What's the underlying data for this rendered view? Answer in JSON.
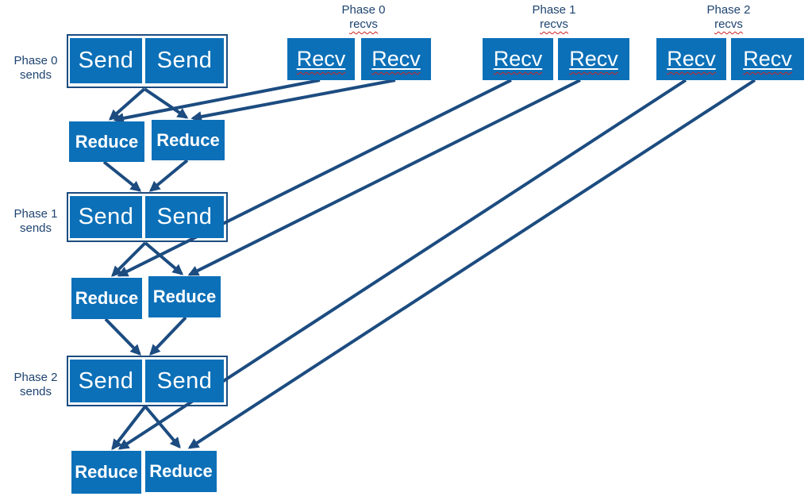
{
  "colors": {
    "box_blue": "#0C70B8",
    "navy": "#1C4C80",
    "label_navy": "#1E4370",
    "squiggle_red": "#CC2222",
    "box_text": "#FFFFFF"
  },
  "send_groups": [
    {
      "label_line1": "Phase 0",
      "label_line2": "sends",
      "boxes": [
        "Send",
        "Send"
      ]
    },
    {
      "label_line1": "Phase 1",
      "label_line2": "sends",
      "boxes": [
        "Send",
        "Send"
      ]
    },
    {
      "label_line1": "Phase 2",
      "label_line2": "sends",
      "boxes": [
        "Send",
        "Send"
      ]
    }
  ],
  "reduce_rows": [
    {
      "boxes": [
        "Reduce",
        "Reduce"
      ]
    },
    {
      "boxes": [
        "Reduce",
        "Reduce"
      ]
    },
    {
      "boxes": [
        "Reduce",
        "Reduce"
      ]
    }
  ],
  "recv_groups": [
    {
      "label_line1": "Phase 0",
      "label_line2": "recvs",
      "boxes": [
        "Recv",
        "Recv"
      ]
    },
    {
      "label_line1": "Phase 1",
      "label_line2": "recvs",
      "boxes": [
        "Recv",
        "Recv"
      ]
    },
    {
      "label_line1": "Phase 2",
      "label_line2": "recvs",
      "boxes": [
        "Recv",
        "Recv"
      ]
    }
  ],
  "edges": [
    {
      "from": "phase0-sends",
      "to": "phase0-reduce-left"
    },
    {
      "from": "phase0-sends",
      "to": "phase0-reduce-right"
    },
    {
      "from": "phase0-recv-left",
      "to": "phase0-reduce-left"
    },
    {
      "from": "phase0-recv-right",
      "to": "phase0-reduce-right"
    },
    {
      "from": "phase0-reduce-left",
      "to": "phase1-sends"
    },
    {
      "from": "phase0-reduce-right",
      "to": "phase1-sends"
    },
    {
      "from": "phase1-sends",
      "to": "phase1-reduce-left"
    },
    {
      "from": "phase1-sends",
      "to": "phase1-reduce-right"
    },
    {
      "from": "phase1-recv-left",
      "to": "phase1-reduce-left"
    },
    {
      "from": "phase1-recv-right",
      "to": "phase1-reduce-right"
    },
    {
      "from": "phase1-reduce-left",
      "to": "phase2-sends"
    },
    {
      "from": "phase1-reduce-right",
      "to": "phase2-sends"
    },
    {
      "from": "phase2-sends",
      "to": "phase2-reduce-left"
    },
    {
      "from": "phase2-sends",
      "to": "phase2-reduce-right"
    },
    {
      "from": "phase2-recv-left",
      "to": "phase2-reduce-left"
    },
    {
      "from": "phase2-recv-right",
      "to": "phase2-reduce-right"
    }
  ]
}
